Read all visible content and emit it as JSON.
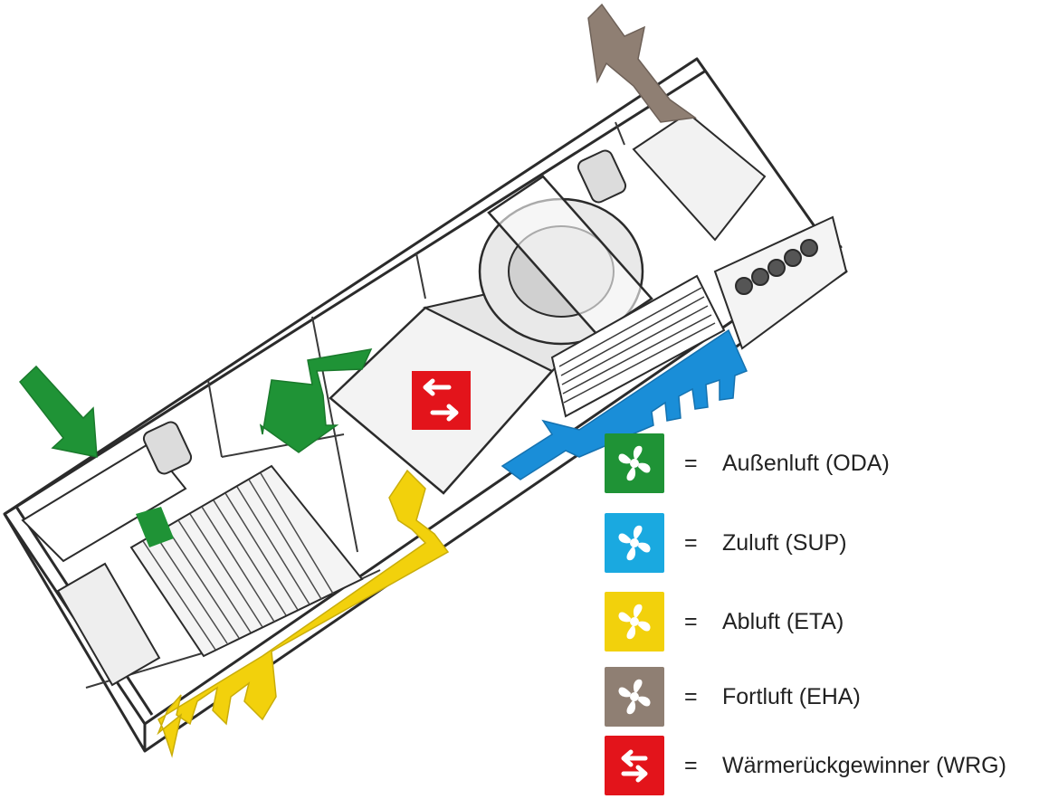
{
  "colors": {
    "oda": "#1f9336",
    "sup": "#1a8ed8",
    "eta": "#f2d10c",
    "eha": "#8f7f73",
    "wrg": "#e3141b"
  },
  "legend": [
    {
      "key": "oda",
      "icon": "fan-icon",
      "equals": "=",
      "label": "Außenluft (ODA)"
    },
    {
      "key": "sup",
      "icon": "fan-icon",
      "equals": "=",
      "label": "Zuluft (SUP)"
    },
    {
      "key": "eta",
      "icon": "fan-icon",
      "equals": "=",
      "label": "Abluft (ETA)"
    },
    {
      "key": "eha",
      "icon": "fan-icon",
      "equals": "=",
      "label": "Fortluft (EHA)"
    },
    {
      "key": "wrg",
      "icon": "heat-exchanger-arrows-icon",
      "equals": "=",
      "label": "Wärmerückgewinner (WRG)"
    }
  ]
}
